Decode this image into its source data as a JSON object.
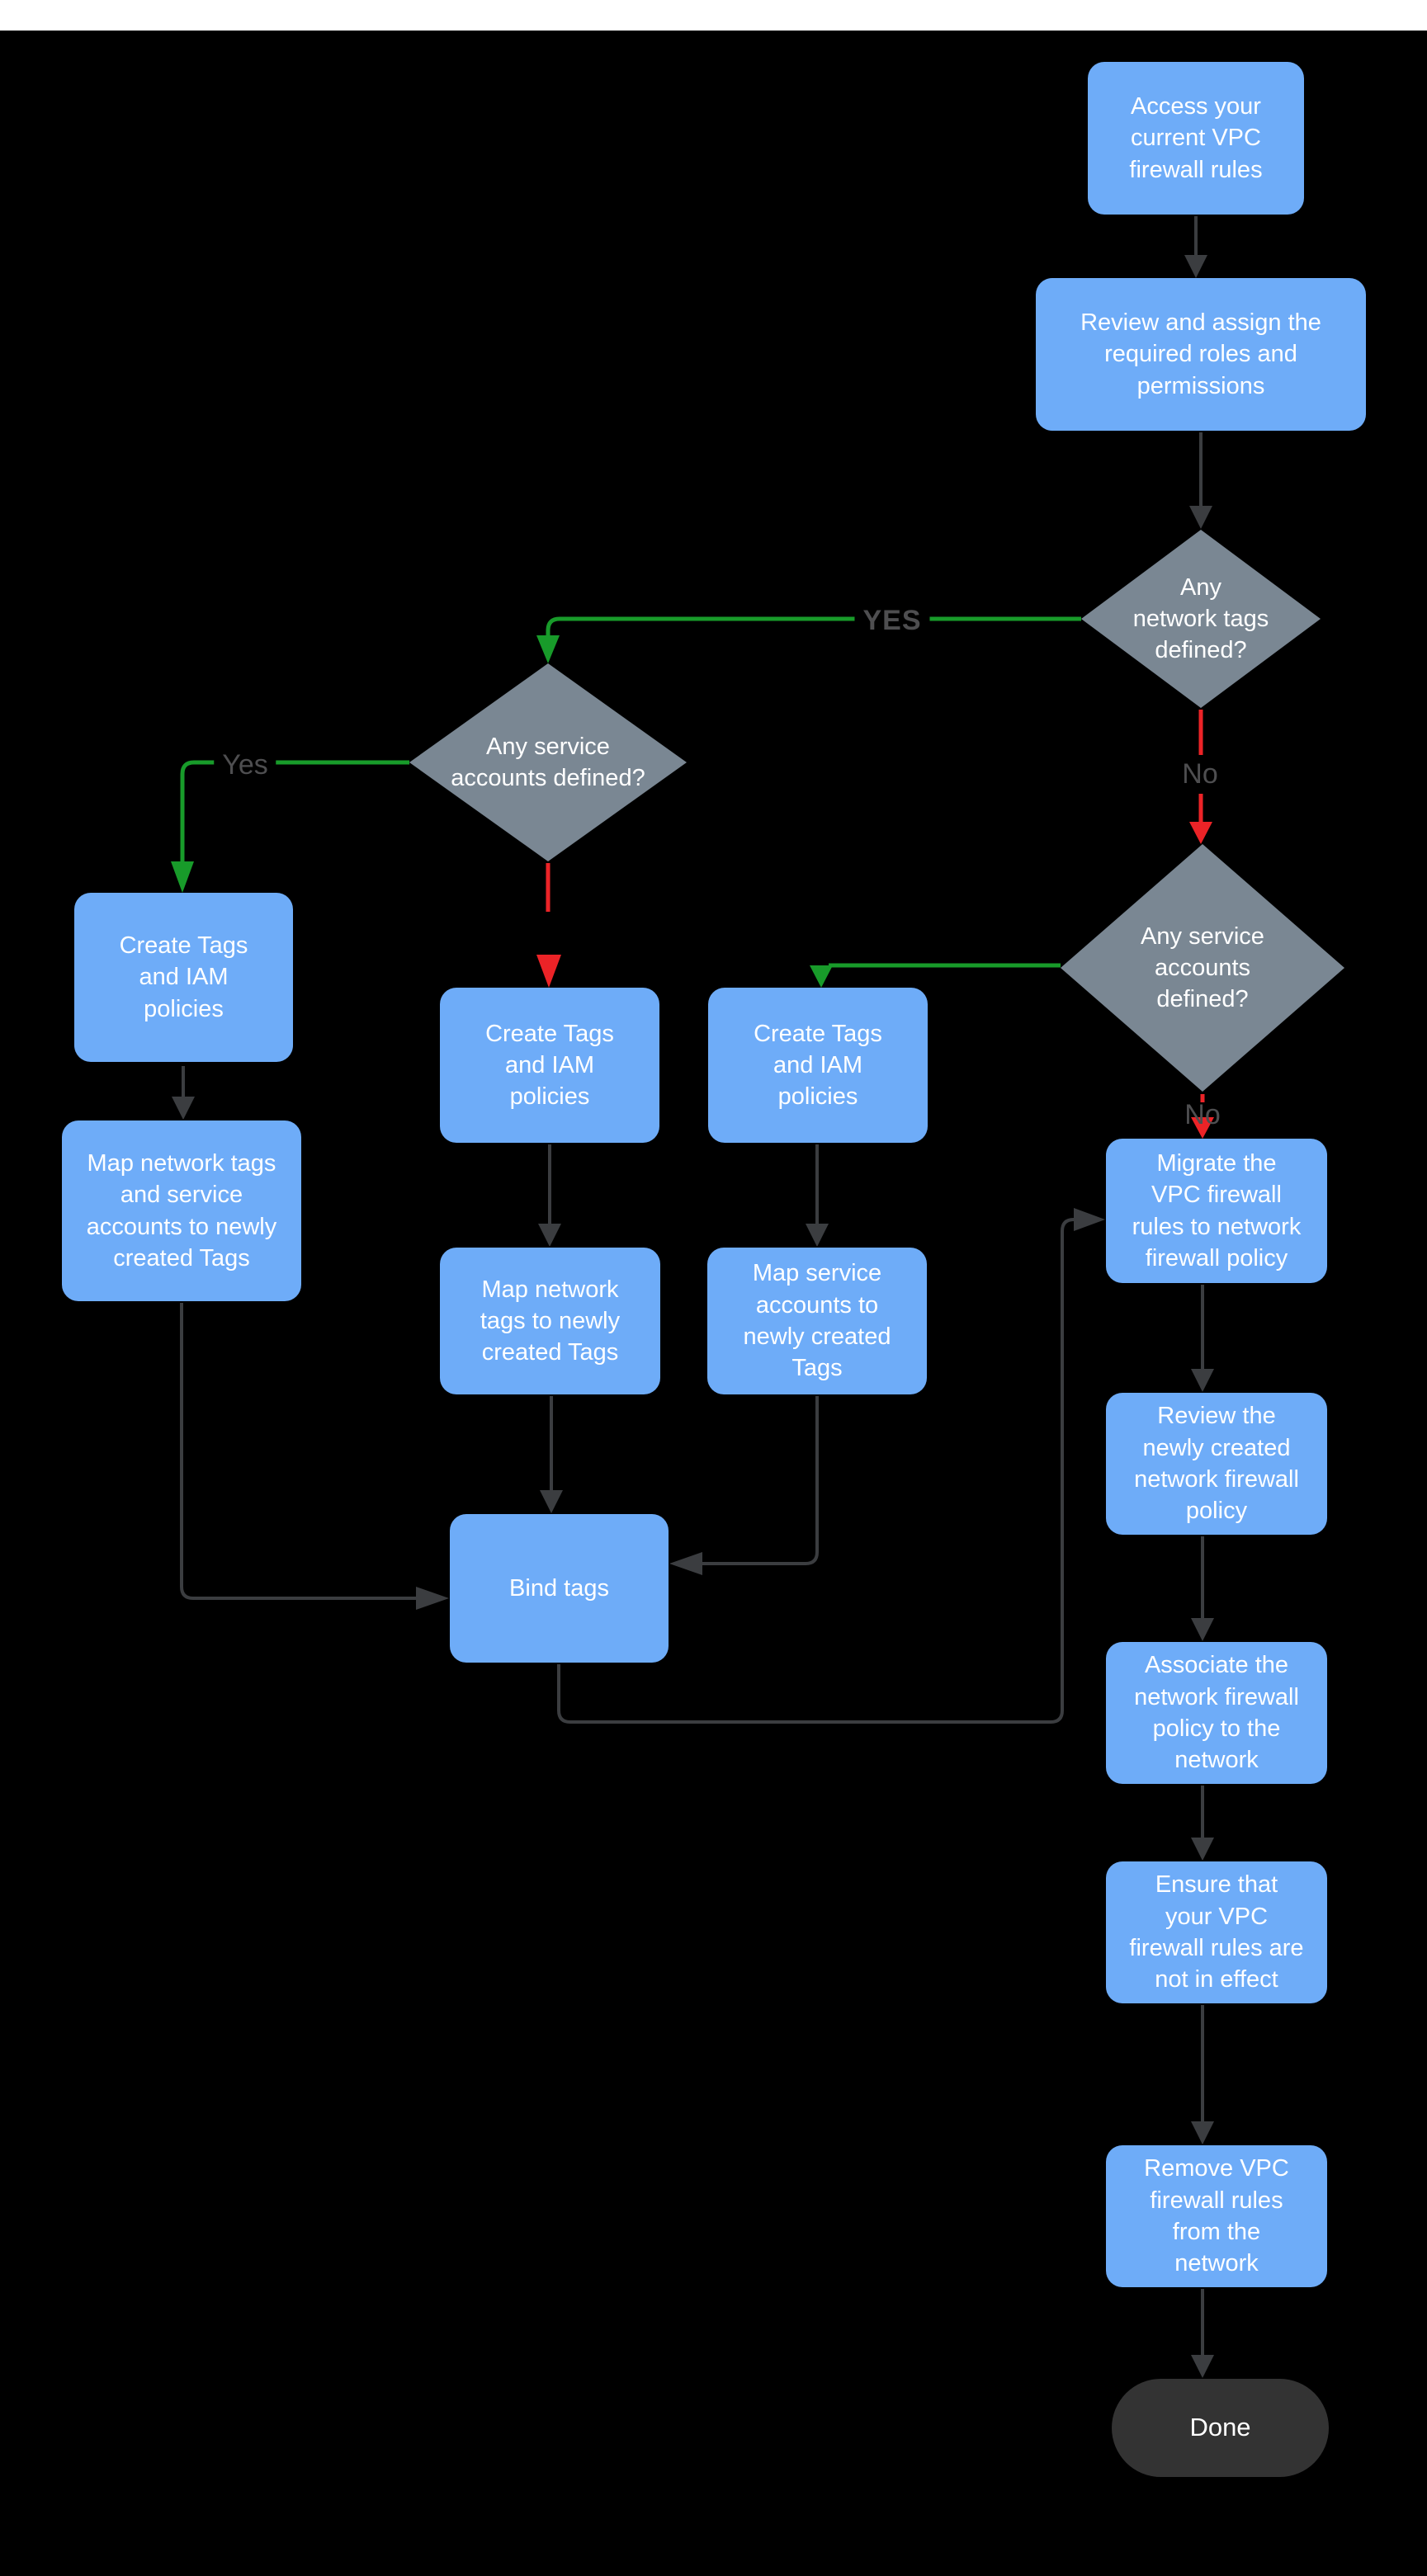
{
  "diagram_type": "flowchart",
  "colors": {
    "background": "#000000",
    "top_bar": "#FFFFFF",
    "process_fill": "#6EACF8",
    "decision_fill": "#7A8793",
    "terminator_fill": "#333333",
    "connector_gray": "#3B3D40",
    "yes_green": "#189B2A",
    "no_red": "#EC2327",
    "edge_label_text": "#4E4E50",
    "node_text": "#FFFFFF"
  },
  "nodes": {
    "access": {
      "type": "process",
      "label": "Access your\ncurrent VPC\nfirewall rules"
    },
    "review_roles": {
      "type": "process",
      "label": "Review and assign the\nrequired roles and\npermissions"
    },
    "network_tags_decision": {
      "type": "decision",
      "label": "Any\nnetwork tags\ndefined?"
    },
    "service_accounts_decision_left": {
      "type": "decision",
      "label": "Any service\naccounts defined?"
    },
    "service_accounts_decision_right": {
      "type": "decision",
      "label": "Any service\naccounts\ndefined?"
    },
    "create_tags_left": {
      "type": "process",
      "label": "Create Tags\nand IAM\npolicies"
    },
    "create_tags_mid": {
      "type": "process",
      "label": "Create Tags\nand IAM\npolicies"
    },
    "create_tags_right": {
      "type": "process",
      "label": "Create Tags\nand IAM\npolicies"
    },
    "map_tags_and_accounts": {
      "type": "process",
      "label": "Map network tags\nand service\naccounts to newly\ncreated Tags"
    },
    "map_network_tags": {
      "type": "process",
      "label": "Map network\ntags to newly\ncreated Tags"
    },
    "map_service_accounts": {
      "type": "process",
      "label": "Map service\naccounts  to\nnewly created\nTags"
    },
    "bind_tags": {
      "type": "process",
      "label": "Bind tags"
    },
    "migrate": {
      "type": "process",
      "label": "Migrate the\nVPC firewall\nrules to network\nfirewall policy"
    },
    "review_policy": {
      "type": "process",
      "label": "Review the\nnewly created\nnetwork firewall\npolicy"
    },
    "associate": {
      "type": "process",
      "label": "Associate the\nnetwork firewall\npolicy to the\nnetwork"
    },
    "ensure": {
      "type": "process",
      "label": "Ensure that\nyour VPC\nfirewall rules are\nnot in effect"
    },
    "remove": {
      "type": "process",
      "label": "Remove  VPC\nfirewall rules\nfrom the\nnetwork"
    },
    "done": {
      "type": "terminator",
      "label": "Done"
    }
  },
  "edges": [
    {
      "from": "access",
      "to": "review_roles",
      "label": "",
      "color": "gray"
    },
    {
      "from": "review_roles",
      "to": "network_tags_decision",
      "label": "",
      "color": "gray"
    },
    {
      "from": "network_tags_decision",
      "to": "service_accounts_decision_left",
      "label": "YES",
      "color": "green"
    },
    {
      "from": "network_tags_decision",
      "to": "service_accounts_decision_right",
      "label": "No",
      "color": "red"
    },
    {
      "from": "service_accounts_decision_left",
      "to": "create_tags_left",
      "label": "Yes",
      "color": "green"
    },
    {
      "from": "service_accounts_decision_left",
      "to": "create_tags_mid",
      "label": "",
      "color": "red"
    },
    {
      "from": "service_accounts_decision_right",
      "to": "create_tags_right",
      "label": "",
      "color": "green"
    },
    {
      "from": "service_accounts_decision_right",
      "to": "migrate",
      "label": "No",
      "color": "red"
    },
    {
      "from": "create_tags_left",
      "to": "map_tags_and_accounts",
      "label": "",
      "color": "gray"
    },
    {
      "from": "map_tags_and_accounts",
      "to": "bind_tags",
      "label": "",
      "color": "gray"
    },
    {
      "from": "create_tags_mid",
      "to": "map_network_tags",
      "label": "",
      "color": "gray"
    },
    {
      "from": "map_network_tags",
      "to": "bind_tags",
      "label": "",
      "color": "gray"
    },
    {
      "from": "create_tags_right",
      "to": "map_service_accounts",
      "label": "",
      "color": "gray"
    },
    {
      "from": "map_service_accounts",
      "to": "bind_tags",
      "label": "",
      "color": "gray"
    },
    {
      "from": "bind_tags",
      "to": "migrate",
      "label": "",
      "color": "gray"
    },
    {
      "from": "migrate",
      "to": "review_policy",
      "label": "",
      "color": "gray"
    },
    {
      "from": "review_policy",
      "to": "associate",
      "label": "",
      "color": "gray"
    },
    {
      "from": "associate",
      "to": "ensure",
      "label": "",
      "color": "gray"
    },
    {
      "from": "ensure",
      "to": "remove",
      "label": "",
      "color": "gray"
    },
    {
      "from": "remove",
      "to": "done",
      "label": "",
      "color": "gray"
    }
  ]
}
